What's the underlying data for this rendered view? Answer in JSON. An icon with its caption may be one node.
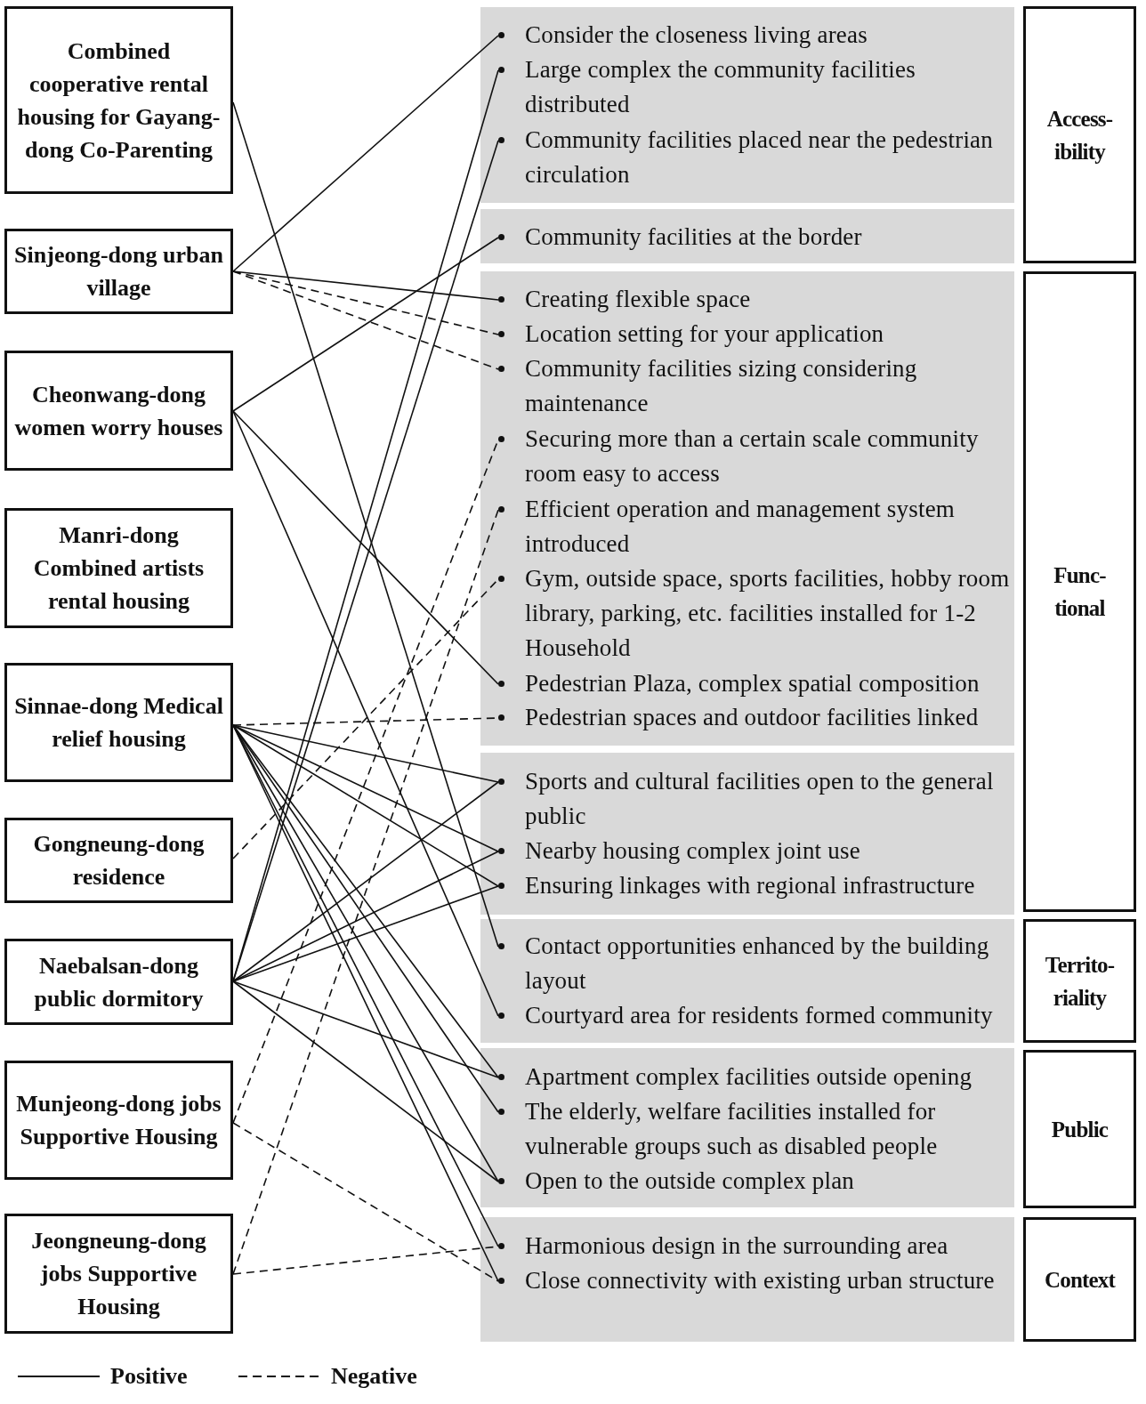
{
  "diagram": {
    "nodes": [
      {
        "text": [
          "Combined cooperative rental housing for Gayang-dong Co-Parenting"
        ]
      },
      {
        "text": [
          "Sinjeong-dong urban village"
        ]
      },
      {
        "text": [
          "Cheonwang-dong women worry houses"
        ]
      },
      {
        "text": [
          "Manri-dong Combined artists rental housing"
        ]
      },
      {
        "text": [
          "Sinnae-dong Medical relief housing"
        ]
      },
      {
        "text": [
          "Gongneung-dong residence"
        ]
      },
      {
        "text": [
          "Naebalsan-dong public dormitory"
        ]
      },
      {
        "text": [
          "Munjeong-dong jobs Supportive Housing"
        ]
      },
      {
        "text": [
          "Jeongneung-dong jobs Supportive Housing"
        ]
      },
      {
        "text": [],
        "shape": "box"
      },
      {
        "text": [
          "Consider the closeness living areas"
        ],
        "in": 9
      },
      {
        "text": [
          "Large complex the community facilities distributed"
        ],
        "in": 9
      },
      {
        "text": [
          "Community facilities placed near the pedestrian circulation"
        ],
        "in": 9
      },
      {
        "text": [],
        "shape": "box"
      },
      {
        "text": [
          "Community facilities at the border"
        ],
        "in": 13
      },
      {
        "text": [],
        "shape": "box"
      },
      {
        "text": [
          "Creating flexible space"
        ],
        "in": 15
      },
      {
        "text": [
          "Location setting for your application"
        ],
        "in": 15
      },
      {
        "text": [
          "Community facilities sizing considering maintenance"
        ],
        "in": 15
      },
      {
        "text": [
          "Securing more than a certain scale community room easy to access"
        ],
        "in": 15
      },
      {
        "text": [
          "Efficient operation and management system introduced"
        ],
        "in": 15
      },
      {
        "text": [
          "Gym, outside space, sports facilities, hobby room library, parking, etc. facilities installed for 1-2 Household"
        ],
        "in": 15
      },
      {
        "text": [
          "Pedestrian Plaza, complex spatial composition"
        ],
        "in": 15
      },
      {
        "text": [
          "Pedestrian spaces and outdoor facilities linked"
        ],
        "in": 15
      },
      {
        "text": [],
        "shape": "box"
      },
      {
        "text": [
          "Sports and cultural facilities open to the general public"
        ],
        "in": 24
      },
      {
        "text": [
          "Nearby housing complex joint use"
        ],
        "in": 24
      },
      {
        "text": [
          "Ensuring linkages with regional infrastructure"
        ],
        "in": 24
      },
      {
        "text": [],
        "shape": "box"
      },
      {
        "text": [
          "Contact opportunities enhanced by the building layout"
        ],
        "in": 28
      },
      {
        "text": [
          "Courtyard area for residents formed community"
        ],
        "in": 28
      },
      {
        "text": [],
        "shape": "box"
      },
      {
        "text": [
          "Apartment complex facilities outside opening"
        ],
        "in": 31
      },
      {
        "text": [
          "The elderly, welfare facilities installed for vulnerable groups such as disabled people"
        ],
        "in": 31
      },
      {
        "text": [
          "Open to the outside complex plan"
        ],
        "in": 31
      },
      {
        "text": [],
        "shape": "box"
      },
      {
        "text": [
          "Harmonious design in the surrounding area"
        ],
        "in": 35
      },
      {
        "text": [
          "Close connectivity with existing urban structure"
        ],
        "in": 35
      },
      {
        "text": [
          "Access-ibility"
        ]
      },
      {
        "text": [
          "Func-tional"
        ]
      },
      {
        "text": [
          "Territo-riality"
        ]
      },
      {
        "text": [
          "Public"
        ]
      },
      {
        "text": [
          "Context"
        ]
      }
    ],
    "edges": [
      {
        "from": 0,
        "to": 29,
        "arrow": "none"
      },
      {
        "from": 1,
        "to": 10,
        "arrow": "none"
      },
      {
        "from": 1,
        "to": 16,
        "arrow": "none"
      },
      {
        "from": 1,
        "to": 17,
        "arrow": "none",
        "style": "dashed"
      },
      {
        "from": 1,
        "to": 18,
        "arrow": "none",
        "style": "dashed"
      },
      {
        "from": 2,
        "to": 14,
        "arrow": "none"
      },
      {
        "from": 2,
        "to": 22,
        "arrow": "none"
      },
      {
        "from": 2,
        "to": 30,
        "arrow": "none"
      },
      {
        "from": 4,
        "to": 23,
        "arrow": "none",
        "style": "dashed"
      },
      {
        "from": 4,
        "to": 25,
        "arrow": "none"
      },
      {
        "from": 4,
        "to": 26,
        "arrow": "none"
      },
      {
        "from": 4,
        "to": 27,
        "arrow": "none"
      },
      {
        "from": 4,
        "to": 32,
        "arrow": "none"
      },
      {
        "from": 4,
        "to": 33,
        "arrow": "none"
      },
      {
        "from": 4,
        "to": 34,
        "arrow": "none"
      },
      {
        "from": 4,
        "to": 36,
        "arrow": "none"
      },
      {
        "from": 4,
        "to": 37,
        "arrow": "none"
      },
      {
        "from": 5,
        "to": 21,
        "arrow": "none",
        "style": "dashed"
      },
      {
        "from": 6,
        "to": 11,
        "arrow": "none"
      },
      {
        "from": 6,
        "to": 12,
        "arrow": "none"
      },
      {
        "from": 6,
        "to": 25,
        "arrow": "none"
      },
      {
        "from": 6,
        "to": 26,
        "arrow": "none"
      },
      {
        "from": 6,
        "to": 27,
        "arrow": "none"
      },
      {
        "from": 6,
        "to": 32,
        "arrow": "none"
      },
      {
        "from": 6,
        "to": 34,
        "arrow": "none"
      },
      {
        "from": 7,
        "to": 19,
        "arrow": "none",
        "style": "dashed"
      },
      {
        "from": 7,
        "to": 37,
        "arrow": "none",
        "style": "dashed"
      },
      {
        "from": 8,
        "to": 20,
        "arrow": "none",
        "style": "dashed"
      },
      {
        "from": 8,
        "to": 36,
        "arrow": "none",
        "style": "dashed"
      }
    ],
    "legend": [
      {
        "text": "Positive"
      },
      {
        "text": "Negative"
      }
    ]
  }
}
